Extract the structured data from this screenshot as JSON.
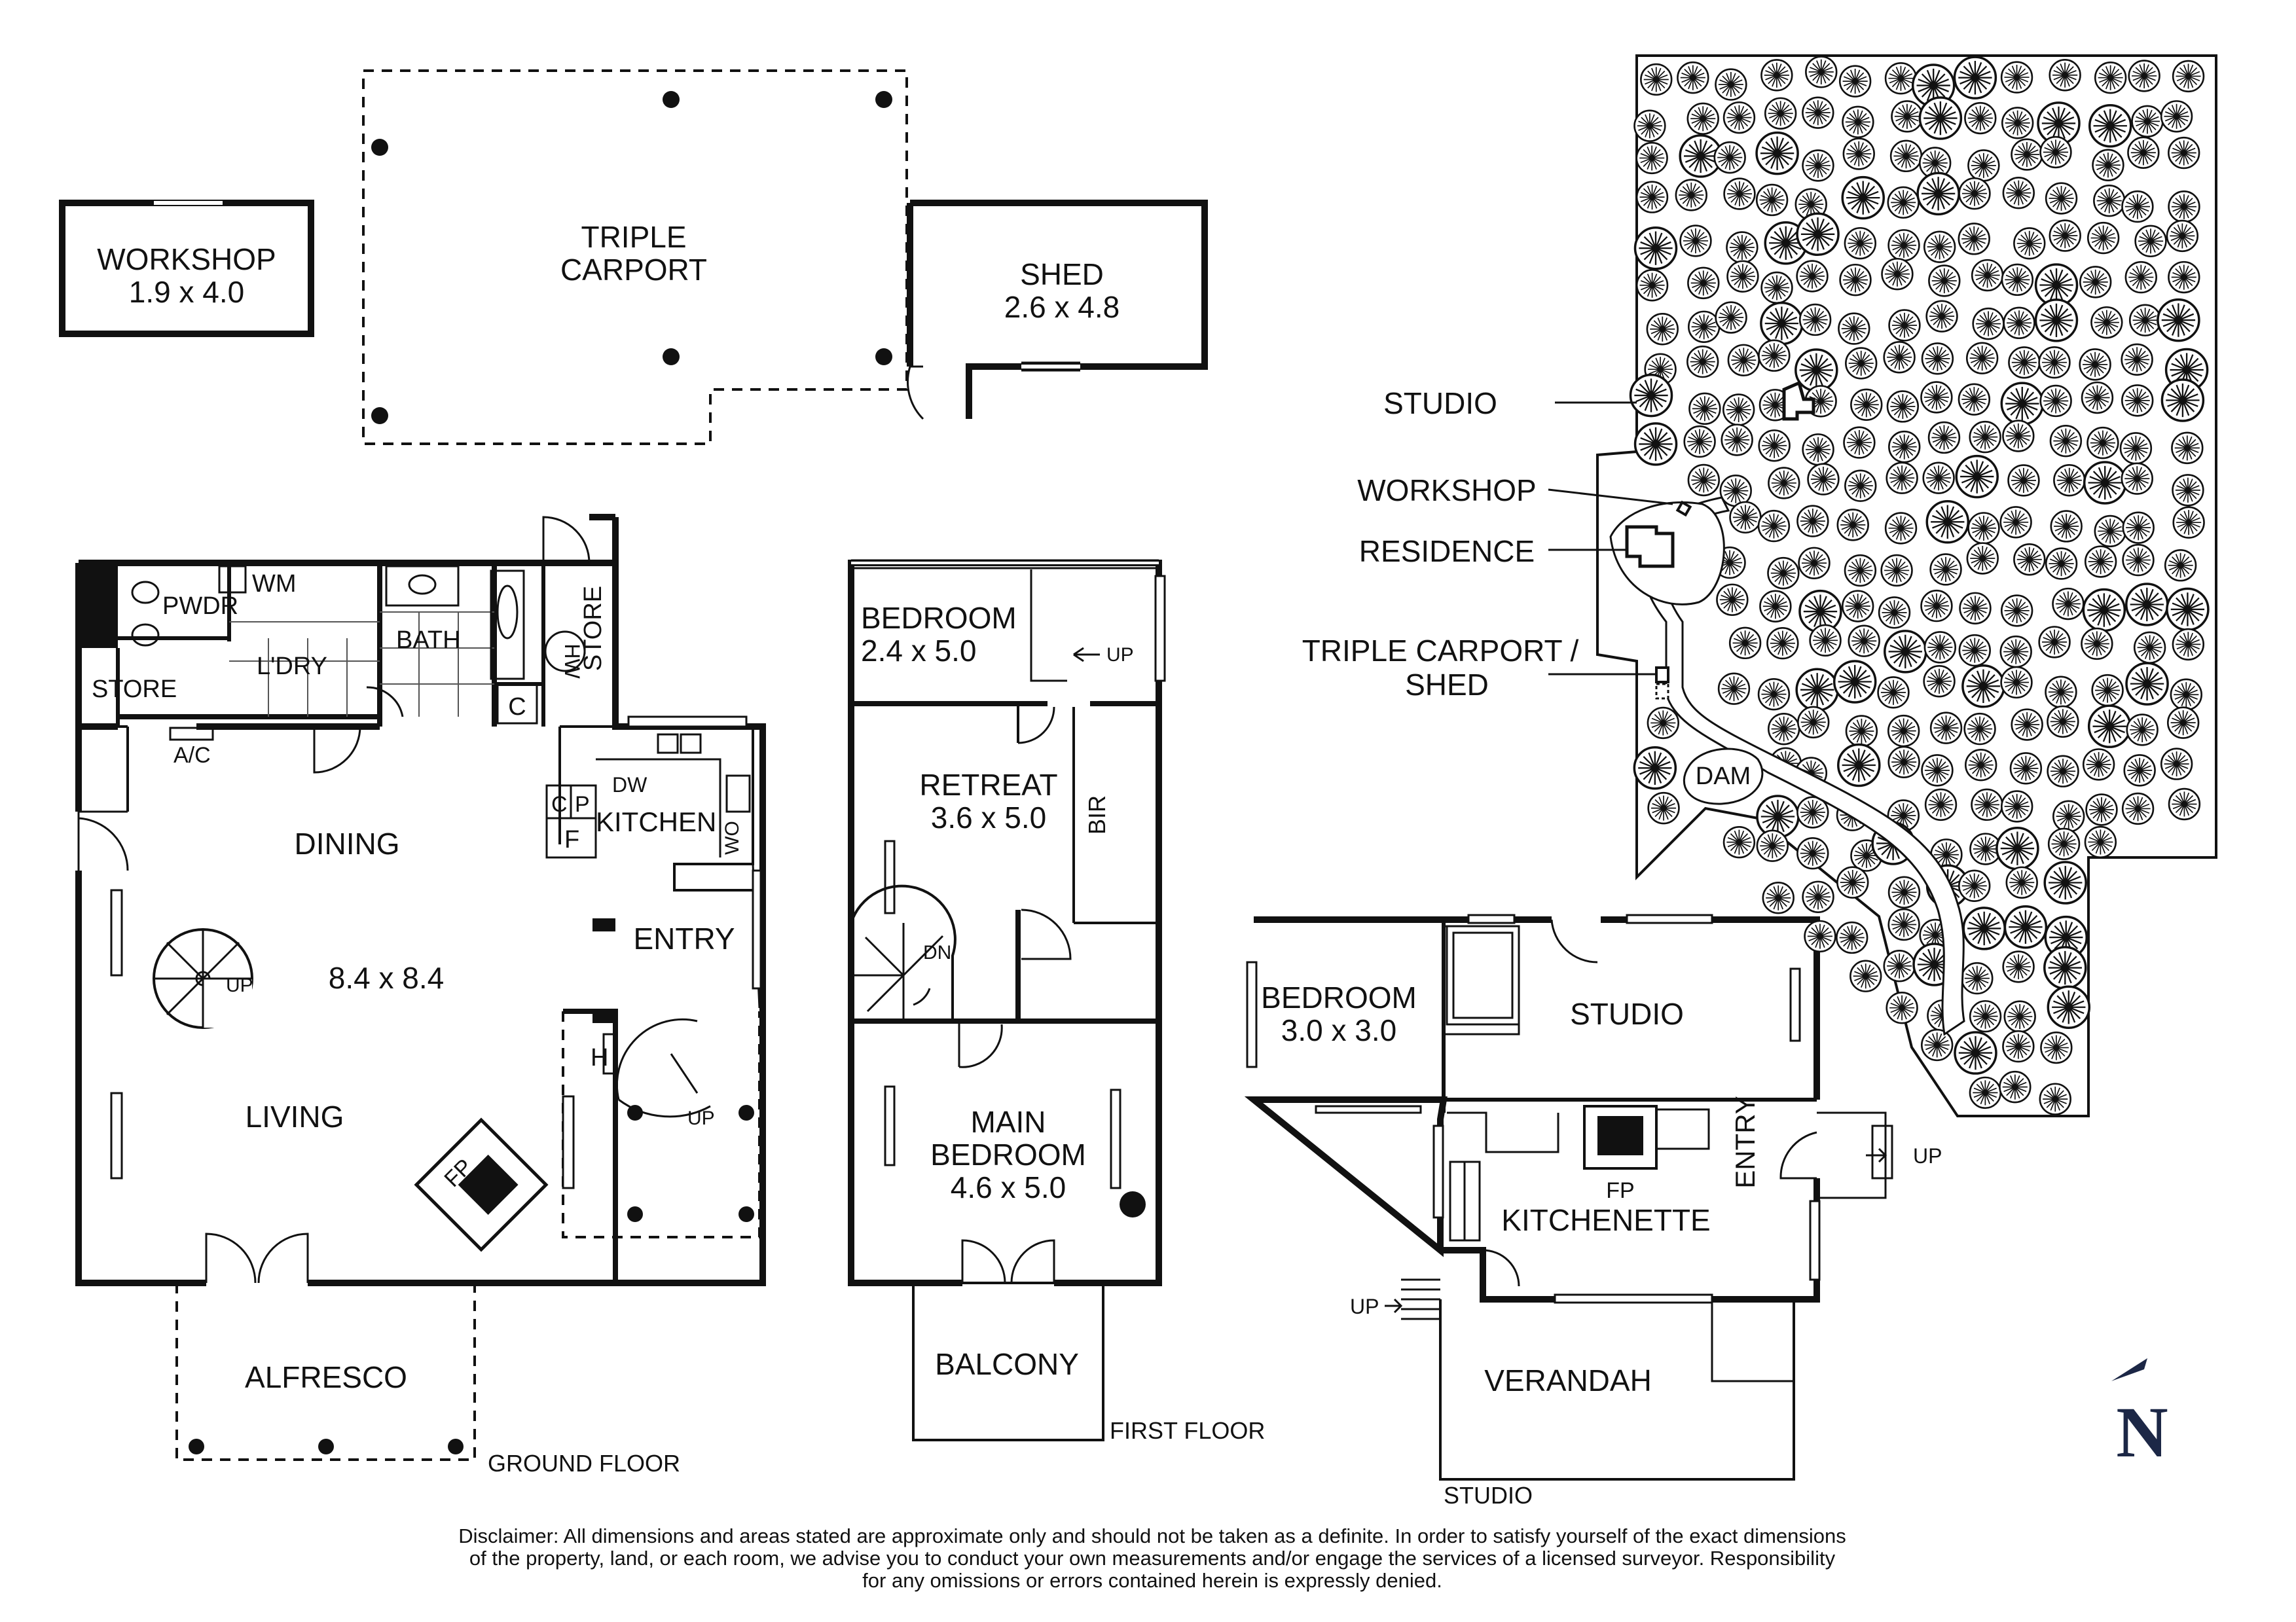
{
  "outbuildings": {
    "workshop": {
      "name": "WORKSHOP",
      "size": "1.9 x 4.0"
    },
    "carport": {
      "line1": "TRIPLE",
      "line2": "CARPORT"
    },
    "shed": {
      "name": "SHED",
      "size": "2.6 x 4.8"
    }
  },
  "ground_floor": {
    "caption": "GROUND FLOOR",
    "rooms": {
      "pwdr": "PWDR",
      "wm": "WM",
      "ldry": "L'DRY",
      "bath": "BATH",
      "hw": "HW",
      "store_vertical": "STORE",
      "c": "C",
      "store": "STORE",
      "ac": "A/C",
      "dw": "DW",
      "cp": "C",
      "cp2": "P",
      "f": "F",
      "kitchen": "KITCHEN",
      "wo": "WO",
      "dining": "DINING",
      "living_size": "8.4 x 8.4",
      "living": "LIVING",
      "entry": "ENTRY",
      "h": "H",
      "up_stair": "UP",
      "up_entry": "UP",
      "fp": "FP",
      "alfresco": "ALFRESCO"
    }
  },
  "first_floor": {
    "caption": "FIRST FLOOR",
    "rooms": {
      "bedroom": "BEDROOM",
      "bedroom_size": "2.4 x 5.0",
      "up": "UP",
      "retreat": "RETREAT",
      "retreat_size": "3.6 x 5.0",
      "bir": "BIR",
      "dn": "DN",
      "main1": "MAIN",
      "main2": "BEDROOM",
      "main_size": "4.6 x 5.0",
      "balcony": "BALCONY"
    }
  },
  "studio_plan": {
    "caption": "STUDIO",
    "rooms": {
      "bedroom": "BEDROOM",
      "bedroom_size": "3.0 x 3.0",
      "studio": "STUDIO",
      "fp": "FP",
      "entry": "ENTRY",
      "up_right": "UP",
      "kitchenette": "KITCHENETTE",
      "up_left": "UP",
      "verandah": "VERANDAH"
    }
  },
  "site_plan": {
    "studio": "STUDIO",
    "workshop": "WORKSHOP",
    "residence": "RESIDENCE",
    "carport_line1": "TRIPLE CARPORT /",
    "carport_line2": "SHED",
    "dam": "DAM"
  },
  "north": {
    "letter": "N"
  },
  "disclaimer": {
    "line1": "Disclaimer: All dimensions and areas stated are approximate only and should not be taken as a definite. In order to satisfy yourself of the exact dimensions",
    "line2": "of the property, land, or each room, we advise you to conduct your own measurements and/or engage the services of a licensed surveyor. Responsibility",
    "line3": "for any omissions or errors contained herein is expressly denied."
  },
  "colors": {
    "ink": "#111111",
    "navy": "#1c2746",
    "background": "#ffffff"
  }
}
